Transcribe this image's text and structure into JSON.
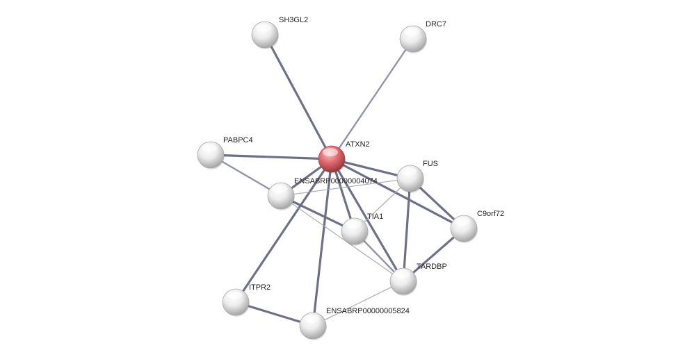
{
  "network": {
    "focus_color": "#e06d72",
    "node_color": "#e6e6e6",
    "edge_strong_color": "#6e7088",
    "edge_weak_color": "#a5a7b5",
    "nodes": [
      {
        "id": "ATXN2",
        "label": "ATXN2",
        "focus": true
      },
      {
        "id": "SH3GL2",
        "label": "SH3GL2"
      },
      {
        "id": "DRC7",
        "label": "DRC7"
      },
      {
        "id": "PABPC4",
        "label": "PABPC4"
      },
      {
        "id": "FUS",
        "label": "FUS"
      },
      {
        "id": "ENSABRP00000004074",
        "label": "ENSABRP00000004074"
      },
      {
        "id": "TIA1",
        "label": "TIA1"
      },
      {
        "id": "C9orf72",
        "label": "C9orf72"
      },
      {
        "id": "TARDBP",
        "label": "TARDBP"
      },
      {
        "id": "ITPR2",
        "label": "ITPR2"
      },
      {
        "id": "ENSABRP00000005824",
        "label": "ENSABRP00000005824"
      }
    ],
    "edges": [
      {
        "source": "ATXN2",
        "target": "SH3GL2",
        "strength": "strong"
      },
      {
        "source": "ATXN2",
        "target": "DRC7",
        "strength": "medium"
      },
      {
        "source": "ATXN2",
        "target": "PABPC4",
        "strength": "strong"
      },
      {
        "source": "ATXN2",
        "target": "FUS",
        "strength": "strong"
      },
      {
        "source": "ATXN2",
        "target": "ENSABRP00000004074",
        "strength": "strong"
      },
      {
        "source": "ATXN2",
        "target": "TIA1",
        "strength": "strong"
      },
      {
        "source": "ATXN2",
        "target": "C9orf72",
        "strength": "strong"
      },
      {
        "source": "ATXN2",
        "target": "TARDBP",
        "strength": "strong"
      },
      {
        "source": "ATXN2",
        "target": "ITPR2",
        "strength": "strong"
      },
      {
        "source": "ATXN2",
        "target": "ENSABRP00000005824",
        "strength": "strong"
      },
      {
        "source": "PABPC4",
        "target": "ENSABRP00000004074",
        "strength": "medium"
      },
      {
        "source": "ENSABRP00000004074",
        "target": "FUS",
        "strength": "weak"
      },
      {
        "source": "ENSABRP00000004074",
        "target": "TIA1",
        "strength": "strong"
      },
      {
        "source": "ENSABRP00000004074",
        "target": "TARDBP",
        "strength": "weak"
      },
      {
        "source": "FUS",
        "target": "C9orf72",
        "strength": "strong"
      },
      {
        "source": "FUS",
        "target": "TARDBP",
        "strength": "strong"
      },
      {
        "source": "FUS",
        "target": "TIA1",
        "strength": "weak"
      },
      {
        "source": "TIA1",
        "target": "TARDBP",
        "strength": "medium"
      },
      {
        "source": "C9orf72",
        "target": "TARDBP",
        "strength": "strong"
      },
      {
        "source": "TARDBP",
        "target": "ENSABRP00000005824",
        "strength": "weak"
      },
      {
        "source": "ITPR2",
        "target": "ENSABRP00000005824",
        "strength": "strong"
      }
    ]
  }
}
